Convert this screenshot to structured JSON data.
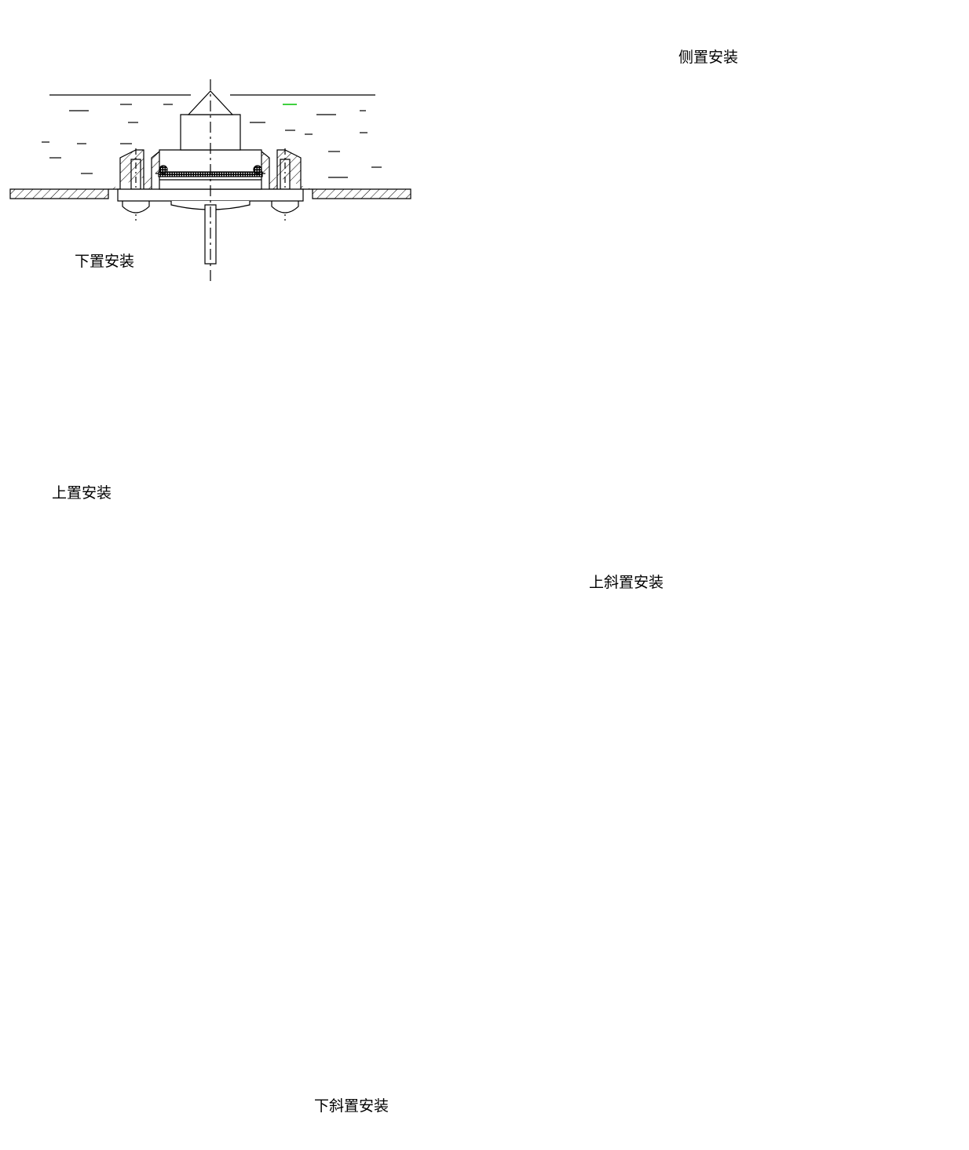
{
  "labels": {
    "bottom_mount": "下置安装",
    "side_mount": "侧置安装",
    "top_mount": "上置安装",
    "upper_oblique_mount": "上斜置安装",
    "lower_oblique_mount": "下斜置安装"
  },
  "colors": {
    "ink": "#000000",
    "liquid_mark": "#00c000",
    "background": "#ffffff"
  }
}
